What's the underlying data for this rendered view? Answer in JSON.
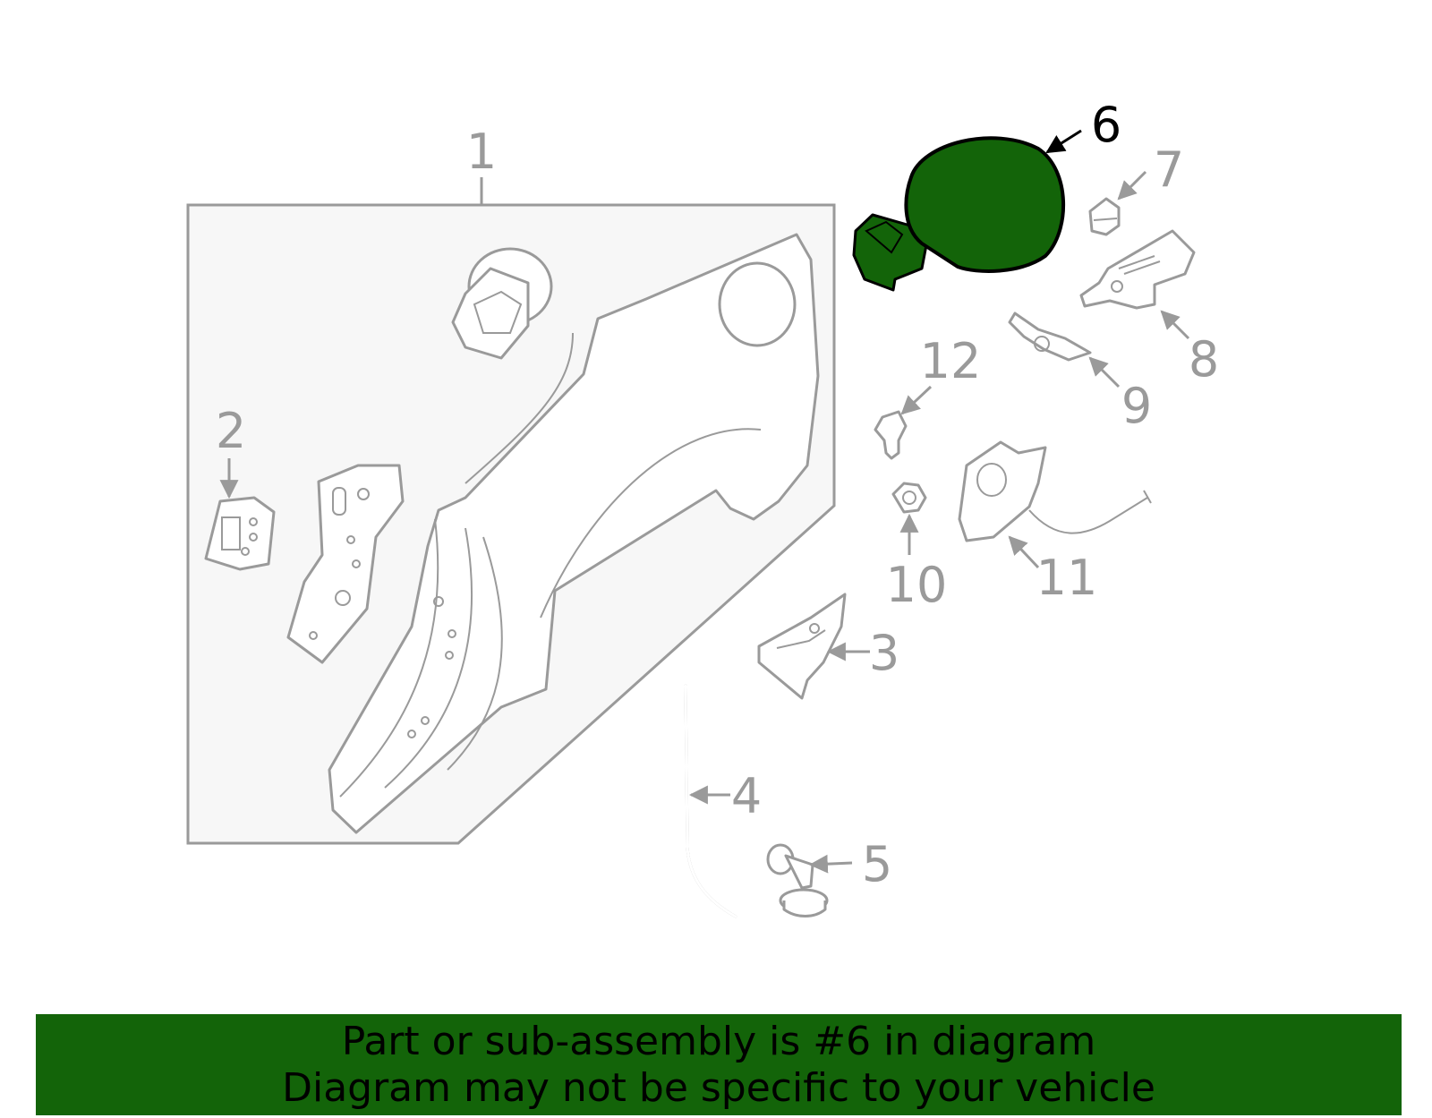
{
  "diagram": {
    "highlight_color": "#136409",
    "callouts": [
      {
        "id": "1",
        "text": "1"
      },
      {
        "id": "2",
        "text": "2"
      },
      {
        "id": "3",
        "text": "3"
      },
      {
        "id": "4",
        "text": "4"
      },
      {
        "id": "5",
        "text": "5"
      },
      {
        "id": "6",
        "text": "6",
        "highlighted": true
      },
      {
        "id": "7",
        "text": "7"
      },
      {
        "id": "8",
        "text": "8"
      },
      {
        "id": "9",
        "text": "9"
      },
      {
        "id": "10",
        "text": "10"
      },
      {
        "id": "11",
        "text": "11"
      },
      {
        "id": "12",
        "text": "12"
      }
    ]
  },
  "banner": {
    "line1": "Part or sub-assembly is #6 in diagram",
    "line2": "Diagram may not be specific to your vehicle",
    "background": "#136409"
  }
}
